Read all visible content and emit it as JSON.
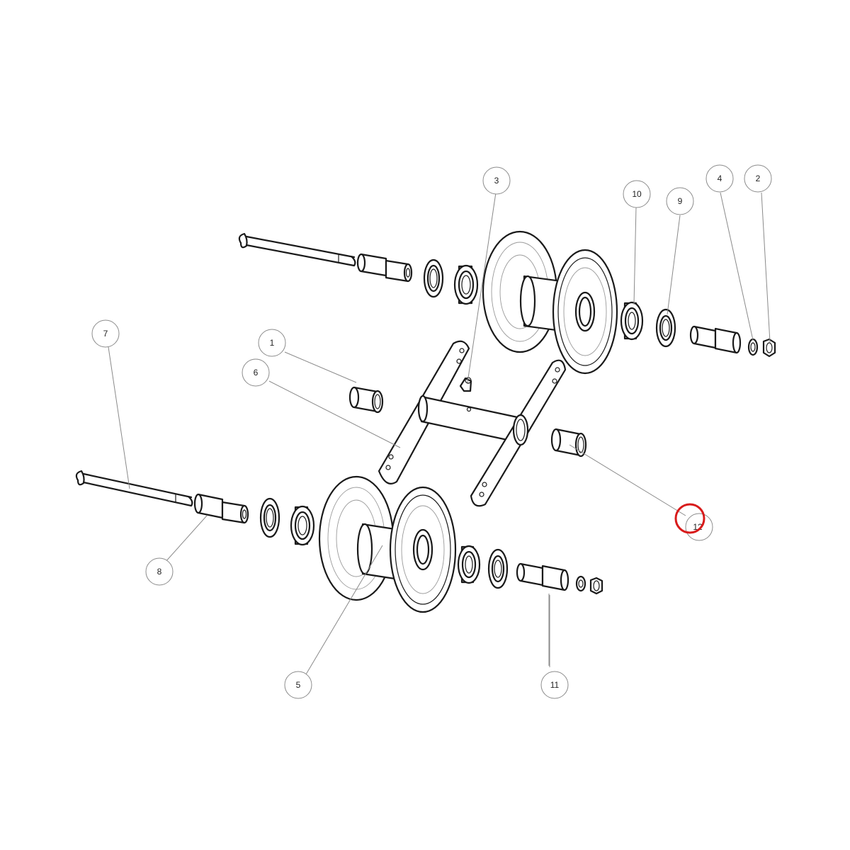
{
  "diagram": {
    "callouts": [
      {
        "id": "c1",
        "label": "1"
      },
      {
        "id": "c2",
        "label": "2"
      },
      {
        "id": "c3",
        "label": "3"
      },
      {
        "id": "c4",
        "label": "4"
      },
      {
        "id": "c5",
        "label": "5"
      },
      {
        "id": "c6",
        "label": "6"
      },
      {
        "id": "c7",
        "label": "7"
      },
      {
        "id": "c8",
        "label": "8"
      },
      {
        "id": "c9",
        "label": "9"
      },
      {
        "id": "c10",
        "label": "10"
      },
      {
        "id": "c11",
        "label": "11"
      },
      {
        "id": "c12",
        "label": "12"
      }
    ],
    "highlight_color": "#d81b1b",
    "line_color": "#1a1a1a"
  }
}
